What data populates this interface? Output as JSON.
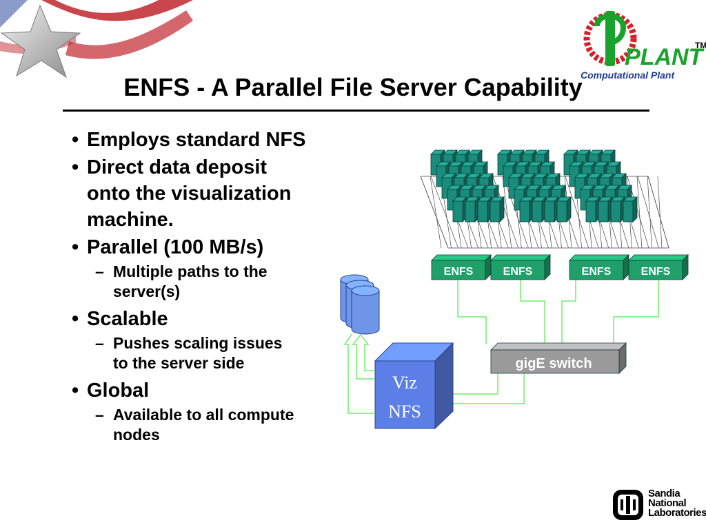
{
  "title": "ENFS - A Parallel File Server Capability",
  "logo": {
    "main_text": "PLANT",
    "tm": "TM",
    "subtitle": "Computational Plant",
    "colors": {
      "red": "#d61f26",
      "green": "#19a32c",
      "blue": "#1f3a93"
    }
  },
  "bullets": [
    {
      "level": 1,
      "text": "Employs standard NFS"
    },
    {
      "level": 1,
      "text": "Direct data deposit onto the visualization machine.",
      "lines": [
        "Direct data deposit",
        "onto the visualization",
        "machine."
      ]
    },
    {
      "level": 1,
      "text": "Parallel (100 MB/s)"
    },
    {
      "level": 2,
      "text": "Multiple paths to the server(s)",
      "lines": [
        "Multiple paths to the",
        "server(s)"
      ]
    },
    {
      "level": 1,
      "text": "Scalable"
    },
    {
      "level": 2,
      "text": "Pushes scaling issues to the server side",
      "lines": [
        "Pushes scaling issues",
        "to the server side"
      ]
    },
    {
      "level": 1,
      "text": "Global"
    },
    {
      "level": 2,
      "text": "Available to all compute nodes",
      "lines": [
        "Available to all compute",
        "nodes"
      ]
    }
  ],
  "diagram": {
    "enfs_labels": [
      "ENFS",
      "ENFS",
      "ENFS",
      "ENFS"
    ],
    "switch_label": "gigE switch",
    "viz_label": [
      "Viz",
      "NFS"
    ],
    "colors": {
      "node": "#1a8c7c",
      "enfs": "#1fa06a",
      "switch": "#9a9a9a",
      "viz": "#5b7fe6",
      "disk": "#6e95e8",
      "link": "#6df06a"
    }
  },
  "footer": {
    "org": [
      "Sandia",
      "National",
      "Laboratories"
    ]
  }
}
